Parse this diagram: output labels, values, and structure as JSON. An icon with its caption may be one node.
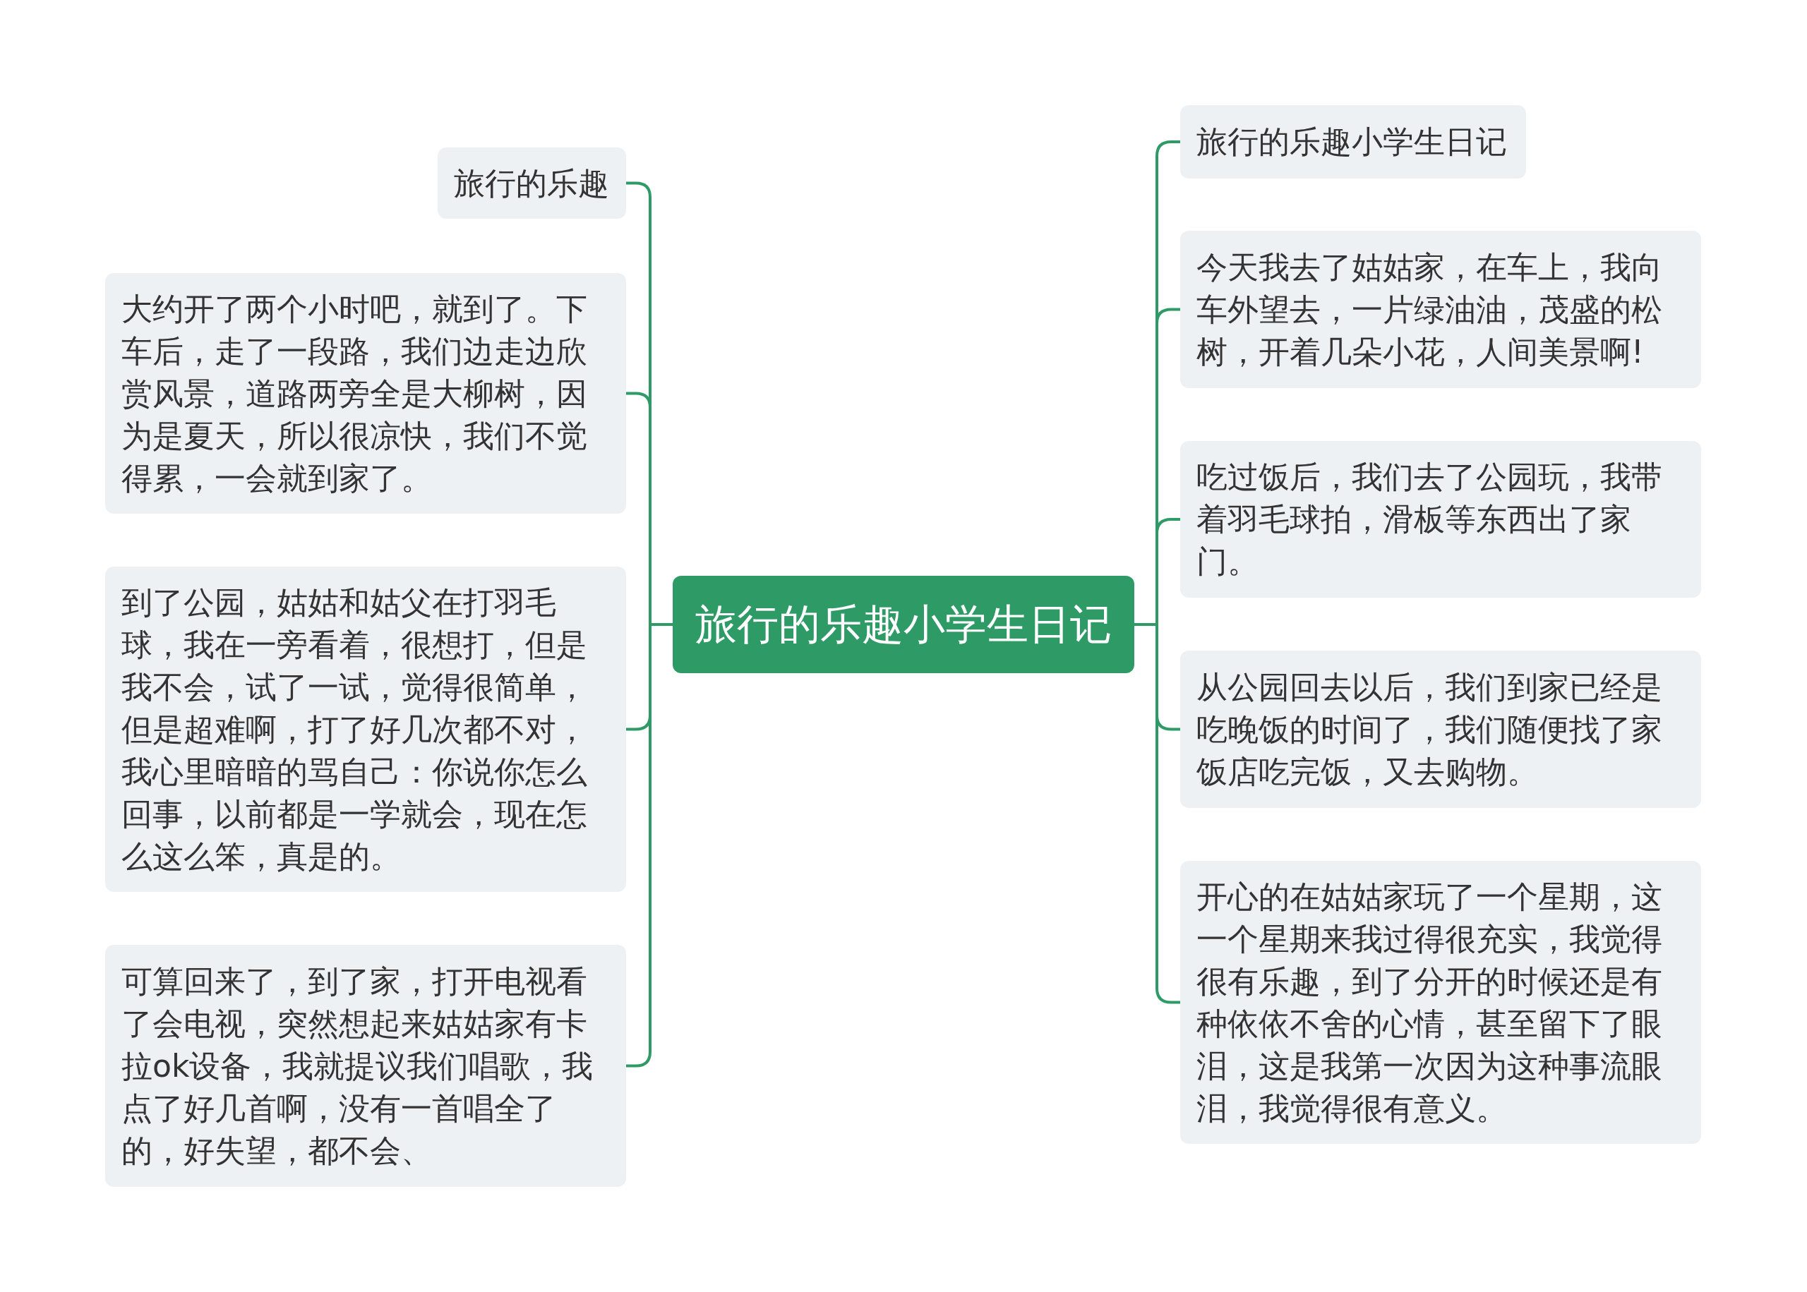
{
  "diagram": {
    "nodes": [
      {
        "text": [
          "旅行的乐趣小学生日记"
        ]
      },
      {
        "text": [
          "旅行的乐趣"
        ]
      },
      {
        "text": [
          "大约开了两个小时吧，就到了。下车后，走了一段路，我们边走边欣赏风景，道路两旁全是大柳树，因为是夏天，所以很凉快，我们不觉得累，一会就到家了。"
        ]
      },
      {
        "text": [
          "到了公园，姑姑和姑父在打羽毛球，我在一旁看着，很想打，但是我不会，试了一试，觉得很简单，但是超难啊，打了好几次都不对，我心里暗暗的骂自己：你说你怎么回事，以前都是一学就会，现在怎么这么笨，真是的。"
        ]
      },
      {
        "text": [
          "可算回来了，到了家，打开电视看了会电视，突然想起来姑姑家有卡拉ok设备，我就提议我们唱歌，我点了好几首啊，没有一首唱全了的，好失望，都不会、"
        ]
      },
      {
        "text": [
          "旅行的乐趣小学生日记"
        ]
      },
      {
        "text": [
          "今天我去了姑姑家，在车上，我向车外望去，一片绿油油，茂盛的松树，开着几朵小花，人间美景啊!"
        ]
      },
      {
        "text": [
          "吃过饭后，我们去了公园玩，我带着羽毛球拍，滑板等东西出了家门。"
        ]
      },
      {
        "text": [
          "从公园回去以后，我们到家已经是吃晚饭的时间了，我们随便找了家饭店吃完饭，又去购物。"
        ]
      },
      {
        "text": [
          "开心的在姑姑家玩了一个星期，这一个星期来我过得很充实，我觉得很有乐趣，到了分开的时候还是有种依依不舍的心情，甚至留下了眼泪，这是我第一次因为这种事流眼泪，我觉得很有意义。"
        ]
      }
    ],
    "edges": [
      {
        "from": 0,
        "to": 1,
        "arrow": "none"
      },
      {
        "from": 0,
        "to": 2,
        "arrow": "none"
      },
      {
        "from": 0,
        "to": 3,
        "arrow": "none"
      },
      {
        "from": 0,
        "to": 4,
        "arrow": "none"
      },
      {
        "from": 0,
        "to": 5,
        "arrow": "none"
      },
      {
        "from": 0,
        "to": 6,
        "arrow": "none"
      },
      {
        "from": 0,
        "to": 7,
        "arrow": "none"
      },
      {
        "from": 0,
        "to": 8,
        "arrow": "none"
      },
      {
        "from": 0,
        "to": 9,
        "arrow": "none"
      }
    ]
  }
}
